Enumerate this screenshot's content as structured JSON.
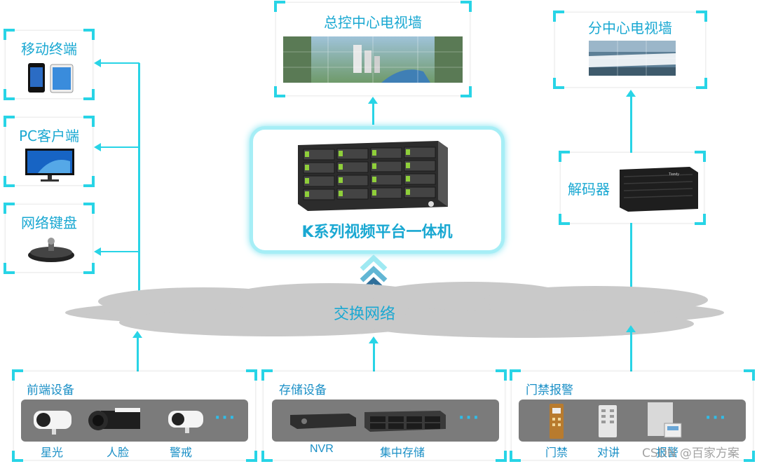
{
  "top_center": {
    "title": "总控中心电视墙"
  },
  "top_right": {
    "title": "分中心电视墙"
  },
  "left": [
    {
      "title": "移动终端"
    },
    {
      "title": "PC客户端"
    },
    {
      "title": "网络键盘"
    }
  ],
  "center": {
    "title": "K系列视频平台一体机"
  },
  "decoder": {
    "title": "解码器"
  },
  "network": {
    "label": "交换网络"
  },
  "groups": [
    {
      "title": "前端设备",
      "items": [
        "星光",
        "人脸",
        "警戒"
      ]
    },
    {
      "title": "存储设备",
      "items": [
        "NVR",
        "集中存储"
      ]
    },
    {
      "title": "门禁报警",
      "items": [
        "门禁",
        "对讲",
        "报警"
      ]
    }
  ],
  "more": "···",
  "watermark": "CSDN @百家方案",
  "colors": {
    "accent": "#28d4e6",
    "text": "#1aa8d2",
    "cloud": "#c9c9c9",
    "panel": "#7b7b7b"
  }
}
